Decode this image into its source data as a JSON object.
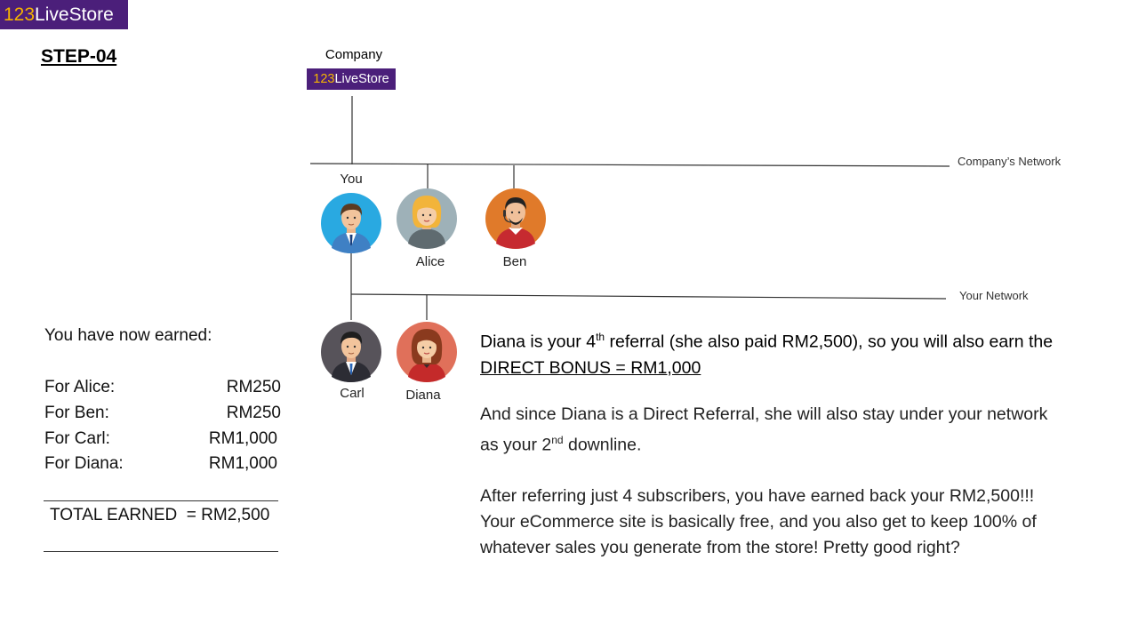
{
  "brand": {
    "logo_number": "123",
    "logo_text": "LiveStore"
  },
  "step_title": "STEP-04",
  "tree": {
    "company_label": "Company",
    "company_logo_number": "123",
    "company_logo_text": "LiveStore",
    "company_network_label": "Company’s Network",
    "your_network_label": "Your Network",
    "you_label": "You",
    "alice_label": "Alice",
    "ben_label": "Ben",
    "carl_label": "Carl",
    "diana_label": "Diana"
  },
  "earnings": {
    "heading": "You have now earned:",
    "rows": [
      {
        "label": "For Alice:",
        "amount": "RM250"
      },
      {
        "label": "For Ben:",
        "amount": "RM250"
      },
      {
        "label": "For Carl:",
        "amount": "RM1,000"
      },
      {
        "label": "For Diana:",
        "amount": "RM1,000"
      }
    ],
    "total": "TOTAL EARNED  = RM2,500"
  },
  "explanation": {
    "p1_a": "Diana is your 4",
    "p1_sup": "th",
    "p1_b": " referral (she also paid RM2,500), so you will also earn the",
    "p1_bonus": "DIRECT BONUS = RM1,000",
    "p2_a": "And since Diana is a Direct Referral, she will also stay under your network",
    "p2_b": "as your 2",
    "p2_sup": "nd",
    "p2_c": " downline.",
    "p3_line1": "After referring just 4 subscribers, you have earned back your RM2,500!!!",
    "p3_line2": "Your eCommerce site is basically free, and you also get to keep 100% of",
    "p3_line3": "whatever sales you generate from the store! Pretty good right?"
  },
  "colors": {
    "brand_purple": "#4b1f7a",
    "brand_gold": "#f5b400",
    "you_bg": "#29a9e1",
    "alice_bg": "#9eb1b8",
    "ben_bg": "#e07a2a",
    "carl_bg": "#57535a",
    "diana_bg": "#e0705a"
  },
  "icons": [
    "businessman-avatar-icon",
    "blonde-woman-avatar-icon",
    "headset-man-avatar-icon",
    "suited-man-avatar-icon",
    "redhead-woman-avatar-icon"
  ]
}
